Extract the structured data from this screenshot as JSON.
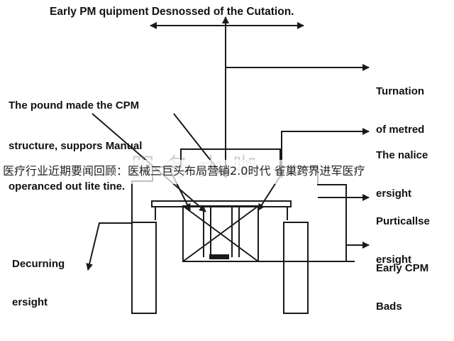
{
  "diagram": {
    "title": "Early PM quipment Desnossed of the Cutation.",
    "callouts": {
      "pound_made": [
        "The pound made the CPM",
        "structure, suppors Manual",
        "operanced out lite tine."
      ],
      "turnation": [
        "Turnation",
        "of metred"
      ],
      "nalice": [
        "The nalice",
        "ersight"
      ],
      "particalise": [
        "Purticallse",
        "ersight"
      ],
      "early_cpm_bads": [
        "Early CPM",
        "Bads"
      ],
      "decurning": [
        "Decurning",
        "ersight"
      ]
    },
    "line_color": "#1a1a1a",
    "text_color": "#111111"
  },
  "watermark": {
    "caption": "医疗行业近期要闻回顾：医械三巨头布局营销2.0时代 雀巢跨界进军医疗",
    "logo": "服务大咖"
  }
}
